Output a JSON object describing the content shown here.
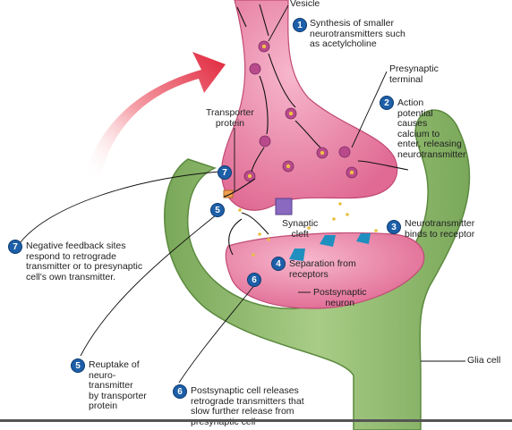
{
  "labels": {
    "vesicle": "Vesicle",
    "presynaptic_terminal": "Presynaptic\nterminal",
    "transporter_protein": "Transporter\nprotein",
    "synaptic_cleft": "Synaptic\ncleft",
    "postsynaptic_neuron": "Postsynaptic\nneuron",
    "glia_cell": "Glia cell"
  },
  "steps": [
    {
      "num": "1",
      "text": "Synthesis of smaller\nneurotransmitters such\nas acetylcholine"
    },
    {
      "num": "2",
      "text": "Action\npotential\ncauses\ncalcium to\nenter, releasing\nneurotransmitter"
    },
    {
      "num": "3",
      "text": "Neurotransmitter\nbinds to receptor"
    },
    {
      "num": "4",
      "text": "Separation from\nreceptors"
    },
    {
      "num": "5",
      "text": "Reuptake of\nneuro-\ntransmitter\nby transporter\nprotein"
    },
    {
      "num": "6",
      "text": "Postsynaptic cell releases\nretrograde transmitters that\nslow further release from\npresynaptic cell"
    },
    {
      "num": "7",
      "text": "Negative feedback sites\nrespond to retrograde\ntransmitter or to presynaptic\ncell's own transmitter."
    }
  ],
  "colors": {
    "neuron_pink": "#e8739a",
    "glia_green": "#8fb86a",
    "badge_blue": "#1d5fa8",
    "arrow_red": "#e0243a"
  }
}
